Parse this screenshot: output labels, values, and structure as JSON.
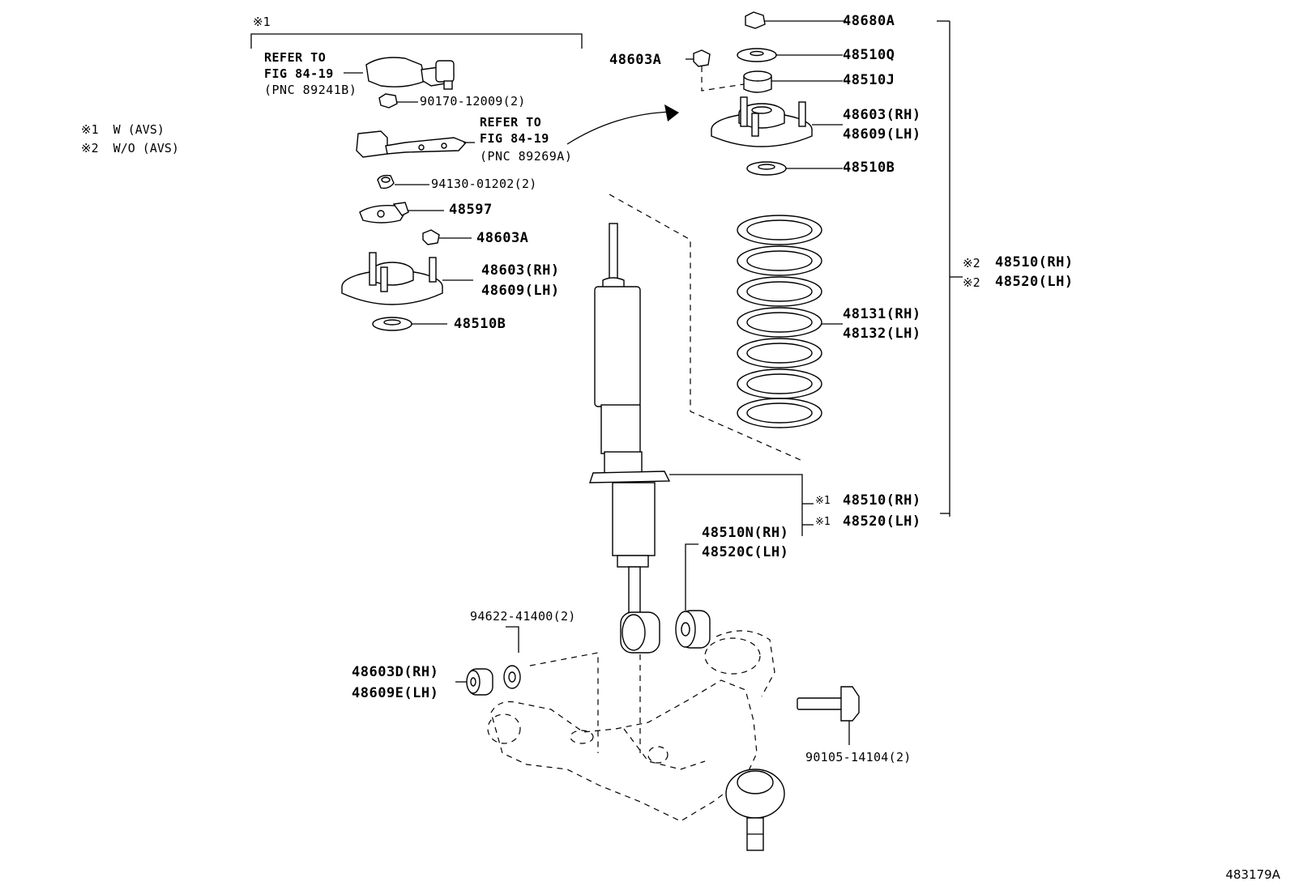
{
  "notes": {
    "n1": "※1  W (AVS)",
    "n2": "※2  W/O (AVS)",
    "bracket_mark": "※1"
  },
  "refs": {
    "ref1": [
      "REFER TO",
      "FIG 84-19",
      "(PNC 89241B)"
    ],
    "ref2": [
      "REFER TO",
      "FIG 84-19",
      "(PNC 89269A)"
    ]
  },
  "labels": {
    "p90170": "90170-12009(2)",
    "p94130": "94130-01202(2)",
    "p48597": "48597",
    "p48603A_left": "48603A",
    "p48603_left": "48603(RH)",
    "p48609_left": "48609(LH)",
    "p48510B_left": "48510B",
    "p48603A_top": "48603A",
    "p48680A": "48680A",
    "p48510Q": "48510Q",
    "p48510J": "48510J",
    "p48603_right": "48603(RH)",
    "p48609_right": "48609(LH)",
    "p48510B_right": "48510B",
    "p48131": "48131(RH)",
    "p48132": "48132(LH)",
    "p48510_rh2": "48510(RH)",
    "p48520_lh2": "48520(LH)",
    "mark2a": "※2",
    "mark2b": "※2",
    "p48510_rh1": "48510(RH)",
    "p48520_lh1": "48520(LH)",
    "mark1a": "※1",
    "mark1b": "※1",
    "p48510N": "48510N(RH)",
    "p48520C": "48520C(LH)",
    "p94622": "94622-41400(2)",
    "p48603D": "48603D(RH)",
    "p48609E": "48609E(LH)",
    "p90105": "90105-14104(2)"
  },
  "figure_id": "483179A"
}
